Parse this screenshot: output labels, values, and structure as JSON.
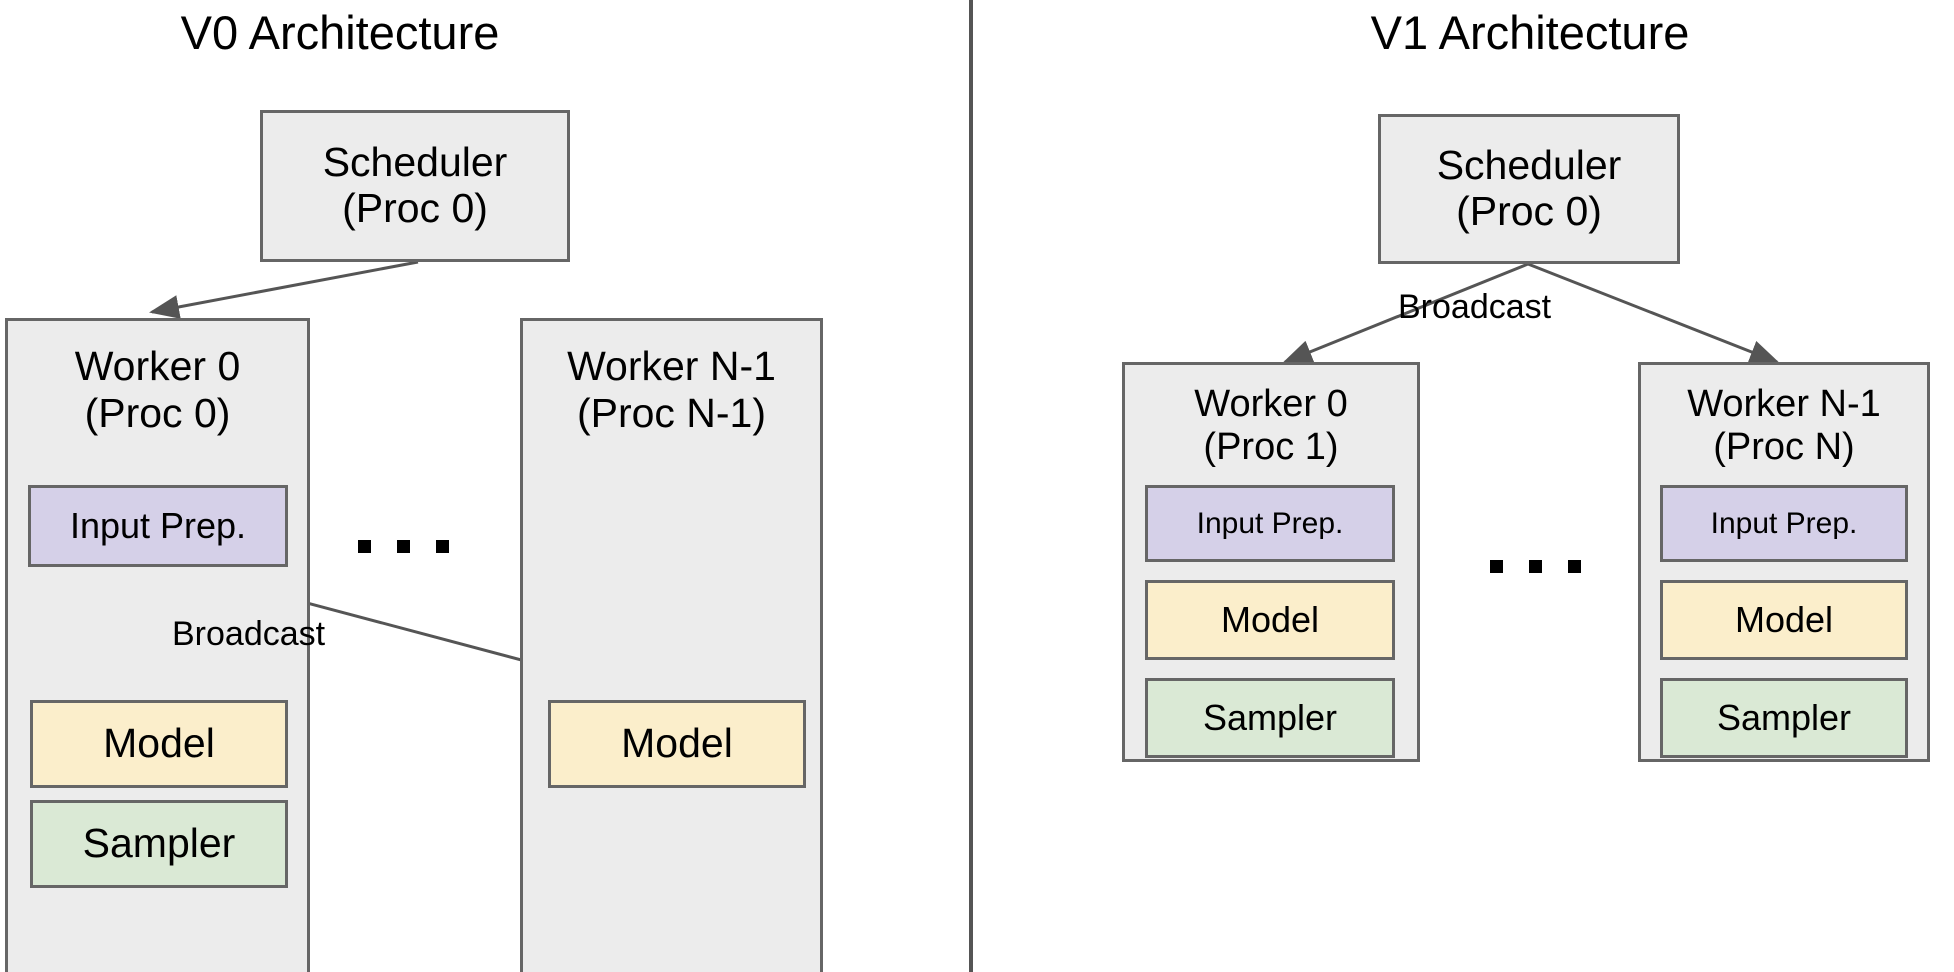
{
  "colors": {
    "panel_fill": "#ececec",
    "node_border": "#666666",
    "input_prep_fill": "#d5d0e8",
    "model_fill": "#fbeecb",
    "sampler_fill": "#dae9d5",
    "arrow": "#555555",
    "background": "#ffffff"
  },
  "v0": {
    "title": "V0 Architecture",
    "scheduler": {
      "line1": "Scheduler",
      "line2": "(Proc 0)"
    },
    "workers": [
      {
        "name": "Worker 0",
        "proc": "(Proc 0)",
        "components": [
          "Input Prep.",
          "Model",
          "Sampler"
        ]
      },
      {
        "name": "Worker N-1",
        "proc": "(Proc N-1)",
        "components": [
          "Model"
        ]
      }
    ],
    "broadcast_label": "Broadcast",
    "ellipsis": ". . ."
  },
  "v1": {
    "title": "V1 Architecture",
    "scheduler": {
      "line1": "Scheduler",
      "line2": "(Proc 0)"
    },
    "workers": [
      {
        "name": "Worker 0",
        "proc": "(Proc 1)",
        "components": [
          "Input Prep.",
          "Model",
          "Sampler"
        ]
      },
      {
        "name": "Worker N-1",
        "proc": "(Proc N)",
        "components": [
          "Input Prep.",
          "Model",
          "Sampler"
        ]
      }
    ],
    "broadcast_label": "Broadcast",
    "ellipsis": ". . ."
  }
}
